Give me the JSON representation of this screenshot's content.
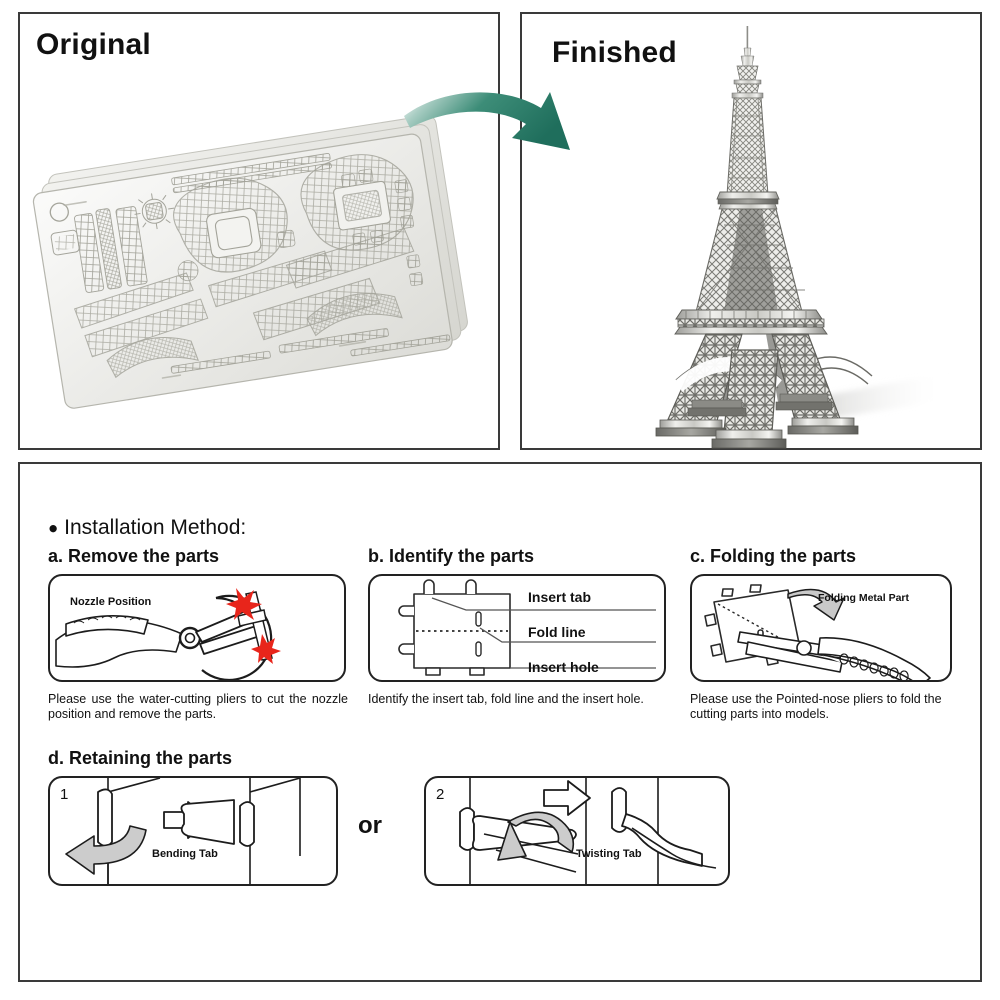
{
  "panels": {
    "original": {
      "title": "Original",
      "image_name": "metal-sheet-etched-eiffel-parts"
    },
    "finished": {
      "title": "Finished",
      "image_name": "assembled-eiffel-tower-model"
    }
  },
  "arrow": {
    "name": "transition-arrow",
    "color": "#2b7f6d"
  },
  "instructions": {
    "heading": "● Installation Method:",
    "heading_bullet": "●",
    "heading_text": "Installation Method:",
    "steps": [
      {
        "key": "a",
        "title": "a. Remove the parts",
        "box_label": "Nozzle Position",
        "caption": "Please use the water-cutting pliers to cut the nozzle position and remove the parts."
      },
      {
        "key": "b",
        "title": "b. Identify the parts",
        "labels": [
          "Insert tab",
          "Fold line",
          "Insert hole"
        ],
        "caption": "Identify the insert tab, fold line and the insert hole."
      },
      {
        "key": "c",
        "title": "c. Folding the parts",
        "box_label": "Folding Metal Part",
        "caption": "Please use the Pointed-nose pliers to fold the cutting parts into models."
      },
      {
        "key": "d",
        "title": "d. Retaining the parts",
        "sub_steps": [
          {
            "number": "1",
            "label": "Bending Tab"
          },
          {
            "number": "2",
            "label": "Twisting Tab"
          }
        ],
        "separator": "or"
      }
    ]
  },
  "colors": {
    "frame_border": "#3a3a3a",
    "arrow_green": "#2b7f6d",
    "accent_red": "#e8251b",
    "text": "#111111",
    "metal_gray": "#b9b9b4"
  }
}
